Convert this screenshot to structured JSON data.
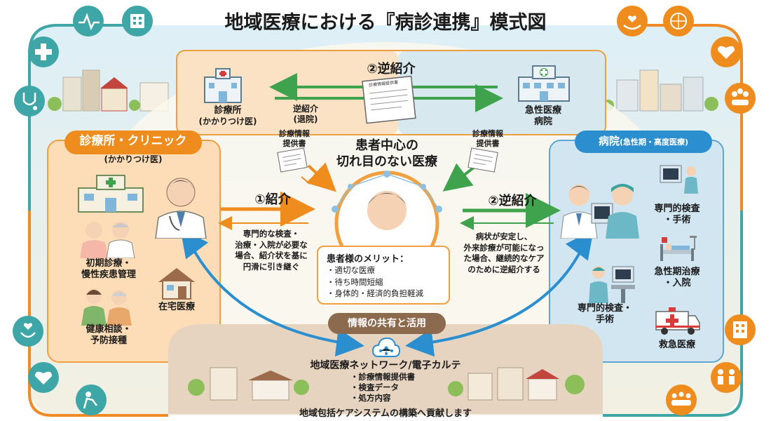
{
  "title": "地域医療における『病診連携』模式図",
  "top_box": {
    "title": "②逆紹介",
    "clinic_label": [
      "診療所",
      "(かかりつけ医)"
    ],
    "hospital_label": [
      "急性医療",
      "病院"
    ],
    "return_label": [
      "逆紹介",
      "(退院)"
    ],
    "doc_heading": "診療情報提供書",
    "info_left": [
      "診療情報",
      "提供書"
    ],
    "info_right": [
      "診療情報",
      "提供書"
    ]
  },
  "center": {
    "heading": [
      "患者中心の",
      "切れ目のない医療"
    ],
    "merits_title": "患者様のメリット：",
    "merits": [
      "・適切な医療",
      "・待ち時間短縮",
      "・身体的・経済的負担軽減"
    ]
  },
  "left_panel": {
    "title": "診療所・クリニック",
    "subtitle": "(かかりつけ医)",
    "referral_label": "①紹介",
    "referral_desc": [
      "専門的な検査・",
      "治療・入院が必要な",
      "場合、紹介状を基に",
      "円滑に引き継ぐ"
    ],
    "item1": [
      "初期診療・",
      "慢性疾患管理"
    ],
    "item2": "在宅医療",
    "item3": [
      "健康相談・",
      "予防接種"
    ]
  },
  "right_panel": {
    "title": "病院",
    "title_sub": "(急性期・高度医療)",
    "return_label": "②逆紹介",
    "return_desc": [
      "病状が安定し、",
      "外来診療が可能になっ",
      "た場合、継続的なケア",
      "のために逆紹介する"
    ],
    "item1": [
      "専門的検査",
      "・手術"
    ],
    "item2": [
      "急性期治療",
      "・入院"
    ],
    "item3": [
      "専門的検査・",
      "手術"
    ],
    "item4": "救急医療"
  },
  "bottom": {
    "info_badge": "情報の共有と活用",
    "network_title": "地域医療ネットワーク/電子カルテ",
    "network_items": [
      "・診療情報提供書",
      "・検査データ",
      "・処方内容"
    ],
    "footer": "地域包括ケアシステムの構築へ貢献します"
  },
  "icons": {
    "left_ring": [
      "heart-monitor-icon",
      "building-icon",
      "cross-icon",
      "stethoscope-icon",
      "heart-hand-icon",
      "heart-hands-icon",
      "caregiver-icon"
    ],
    "right_ring": [
      "care-hand-icon",
      "globe-icon",
      "heart-hands-icon",
      "people-icon",
      "building-icon",
      "family-icon",
      "group-icon"
    ]
  },
  "colors": {
    "orange": "#EE8C1E",
    "blue": "#2B8FCF",
    "green": "#3FA34D",
    "teal_ring": "#35A3A1",
    "brown_badge": "#8B6A4E"
  }
}
